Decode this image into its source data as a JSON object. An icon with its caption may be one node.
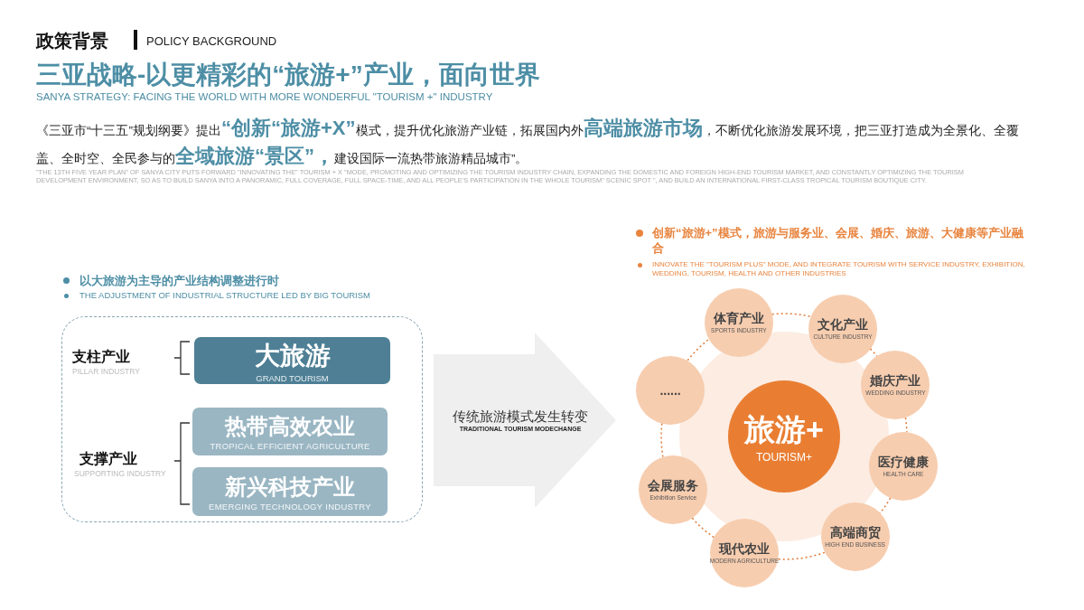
{
  "diagram": {
    "title": "政策背景",
    "nodes": [
      {
        "text": [],
        "shape": "box"
      },
      {
        "text": [
          "大旅游",
          "GRAND TOURISM"
        ],
        "in": 0
      },
      {
        "text": [
          "热带高效农业",
          "TROPICAL EFFICIENT AGRICULTURE"
        ],
        "in": 0
      },
      {
        "text": [
          "新兴科技产业",
          "EMERGING TECHNOLOGY INDUSTRY"
        ],
        "in": 0
      },
      {
        "text": [
          "传统旅游模式发生转变",
          "TRADITIONAL TOURISM MODECHANGE"
        ]
      },
      {
        "text": [],
        "shape": "circle"
      },
      {
        "text": [
          "旅游+",
          "TOURISM+"
        ],
        "in": 5
      },
      {
        "text": [
          "体育产业",
          "SPORTS INDUSTRY"
        ]
      },
      {
        "text": [
          "文化产业",
          "CULTURE INDUSTRY"
        ]
      },
      {
        "text": [
          "婚庆产业",
          "WEDDING INDUSTRY"
        ]
      },
      {
        "text": [
          "医疗健康",
          "HEALTH CARE"
        ]
      },
      {
        "text": [
          "高端商贸",
          "HIGH END BUSINESS"
        ]
      },
      {
        "text": [
          "现代农业",
          "MODERN AGRICULTURE"
        ]
      },
      {
        "text": [
          "会展服务",
          "Exhibition Service"
        ]
      },
      {
        "text": [
          "......"
        ]
      }
    ],
    "edges": [
      {
        "from": 7,
        "to": 8,
        "arrow": "none",
        "style": "dashed"
      },
      {
        "from": 8,
        "to": 9,
        "arrow": "none",
        "style": "dashed"
      },
      {
        "from": 9,
        "to": 10,
        "arrow": "none",
        "style": "dashed"
      },
      {
        "from": 10,
        "to": 11,
        "arrow": "none",
        "style": "dashed"
      },
      {
        "from": 11,
        "to": 12,
        "arrow": "none",
        "style": "dashed"
      },
      {
        "from": 12,
        "to": 13,
        "arrow": "none",
        "style": "dashed"
      },
      {
        "from": 13,
        "to": 14,
        "arrow": "none",
        "style": "dashed"
      },
      {
        "from": 14,
        "to": 7,
        "arrow": "none",
        "style": "dashed"
      }
    ],
    "labels": [
      "POLICY BACKGROUND",
      "三亚战略-以更精彩的“旅游+”产业，面向世界",
      "SANYA STRATEGY: FACING THE WORLD WITH MORE WONDERFUL \"TOURISM +\" INDUSTRY",
      "《三亚市“十三五”规划纲要》提出**“创新“旅游+X”**模式，提升优化旅游产业链，拓展国内外**高端旅游市场**，不断优化旅游发展环境，把三亚打造成为全景化、全覆盖、全时空、全民参与的**全域旅游“景区”，**建设国际一流热带旅游精品城市”。",
      "\"THE 13TH FIVE YEAR PLAN\" OF SANYA CITY PUTS FORWARD \"INNOVATING THE\" TOURISM + X \"MODE, PROMOTING AND OPTIMIZING THE TOURISM INDUSTRY CHAIN, EXPANDING THE DOMESTIC AND FOREIGN HIGH-END TOURISM MARKET, AND CONSTANTLY OPTIMIZING THE TOURISM DEVELOPMENT ENVIRONMENT, SO AS TO BUILD SANYA INTO A PANORAMIC, FULL COVERAGE, FULL SPACE-TIME, AND ALL PEOPLE'S PARTICIPATION IN THE WHOLE TOURISM\" SCENIC SPOT \", AND BUILD AN INTERNATIONAL FIRST-CLASS TROPICAL TOURISM BOUTIQUE CITY.",
      "以大旅游为主导的产业结构调整进行时",
      "THE ADJUSTMENT OF INDUSTRIAL STRUCTURE LED BY BIG TOURISM",
      "支柱产业",
      "PILLAR INDUSTRY",
      "支撑产业",
      "SUPPORTING INDUSTRY",
      "创新“旅游+”模式，旅游与服务业、会展、婚庆、旅游、大健康等产业融合",
      "INNOVATE THE \"TOURISM PLUS\" MODE, AND INTEGRATE TOURISM WITH SERVICE INDUSTRY, EXHIBITION, WEDDING, TOURISM, HEALTH AND OTHER INDUSTRIES"
    ]
  }
}
